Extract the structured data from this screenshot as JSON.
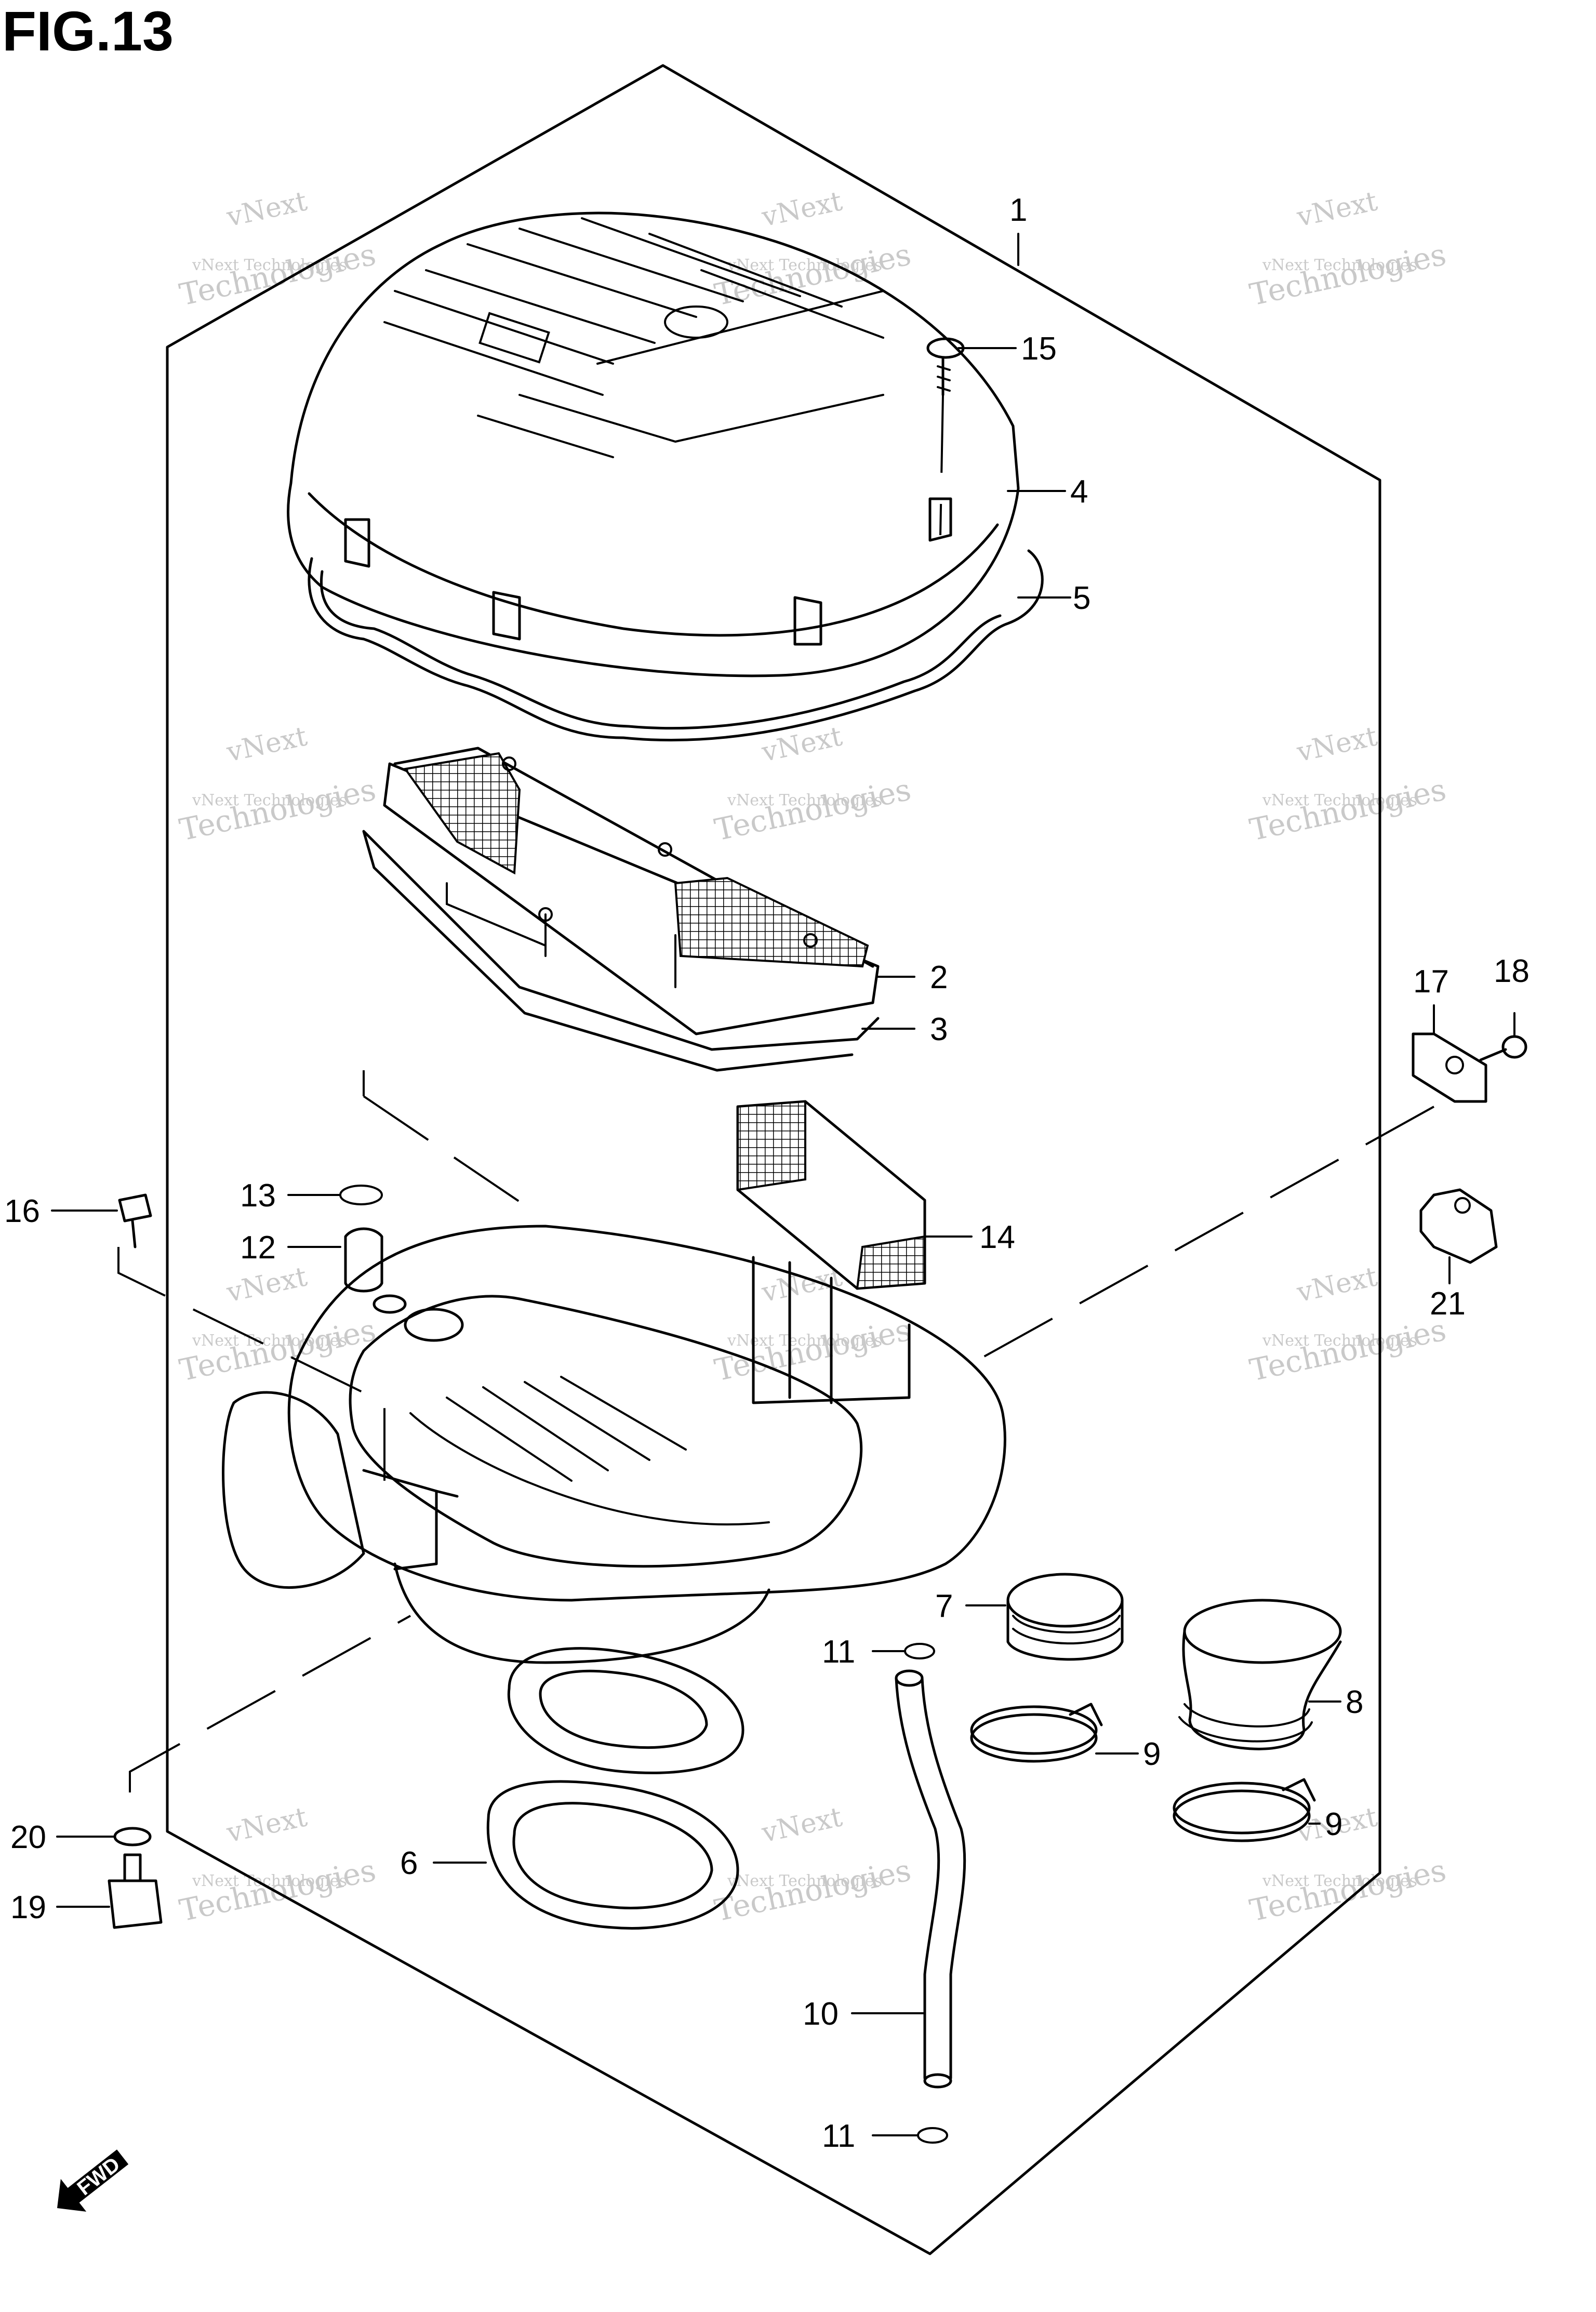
{
  "figure": {
    "title": "FIG.13",
    "watermark": {
      "line1": "vNext",
      "line2": "vNext Technologies",
      "line3": "Technologies"
    },
    "fwd_label": "FWD"
  },
  "callouts": [
    {
      "id": "c1",
      "text": "1"
    },
    {
      "id": "c15",
      "text": "15"
    },
    {
      "id": "c4",
      "text": "4"
    },
    {
      "id": "c5",
      "text": "5"
    },
    {
      "id": "c2",
      "text": "2"
    },
    {
      "id": "c3",
      "text": "3"
    },
    {
      "id": "c17",
      "text": "17"
    },
    {
      "id": "c18",
      "text": "18"
    },
    {
      "id": "c13",
      "text": "13"
    },
    {
      "id": "c12",
      "text": "12"
    },
    {
      "id": "c14",
      "text": "14"
    },
    {
      "id": "c16",
      "text": "16"
    },
    {
      "id": "c21",
      "text": "21"
    },
    {
      "id": "c7",
      "text": "7"
    },
    {
      "id": "c11a",
      "text": "11"
    },
    {
      "id": "c8",
      "text": "8"
    },
    {
      "id": "c9a",
      "text": "9"
    },
    {
      "id": "c9b",
      "text": "9"
    },
    {
      "id": "c20",
      "text": "20"
    },
    {
      "id": "c6",
      "text": "6"
    },
    {
      "id": "c19",
      "text": "19"
    },
    {
      "id": "c10",
      "text": "10"
    },
    {
      "id": "c11b",
      "text": "11"
    }
  ],
  "colors": {
    "line": "#000000",
    "watermark": "#c9c9c9",
    "background": "#ffffff"
  }
}
